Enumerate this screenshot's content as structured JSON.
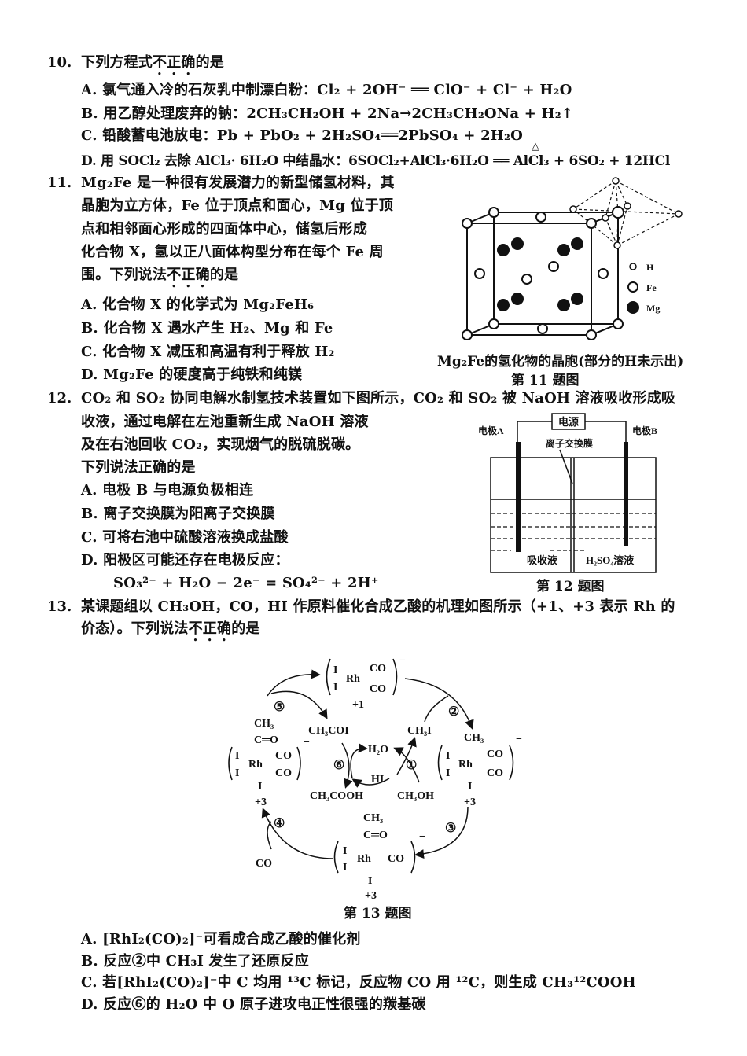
{
  "q10": {
    "number": "10.",
    "stem_pre": "下列方程式",
    "stem_em": "不正确",
    "stem_post": "的是",
    "options": [
      {
        "letter": "A.",
        "text": "氯气通入冷的石灰乳中制漂白粉：Cl₂ + 2OH⁻ ══ ClO⁻ + Cl⁻ + H₂O"
      },
      {
        "letter": "B.",
        "text": "用乙醇处理废弃的钠：2CH₃CH₂OH + 2Na→2CH₃CH₂ONa + H₂↑"
      },
      {
        "letter": "C.",
        "text": "铅酸蓄电池放电：Pb + PbO₂ + 2H₂SO₄══2PbSO₄ + 2H₂O"
      },
      {
        "letter": "D.",
        "text": "用 SOCl₂ 去除 AlCl₃· 6H₂O 中结晶水：6SOCl₂+AlCl₃·6H₂O ══ AlCl₃ + 6SO₂ + 12HCl"
      }
    ],
    "delta": "△"
  },
  "q11": {
    "number": "11.",
    "stem_lines": [
      "Mg₂Fe 是一种很有发展潜力的新型储氢材料，其",
      "晶胞为立方体，Fe 位于顶点和面心，Mg 位于顶",
      "点和相邻面心形成的四面体中心，储氢后形成",
      "化合物 X，氢以正八面体构型分布在每个 Fe 周"
    ],
    "stem_last_pre": "围。下列说法",
    "stem_last_em": "不正确",
    "stem_last_post": "的是",
    "options": [
      {
        "letter": "A.",
        "text": "化合物 X 的化学式为 Mg₂FeH₆"
      },
      {
        "letter": "B.",
        "text": "化合物 X 遇水产生 H₂、Mg 和 Fe"
      },
      {
        "letter": "C.",
        "text": "化合物 X 减压和高温有利于释放 H₂"
      },
      {
        "letter": "D.",
        "text": "Mg₂Fe 的硬度高于纯铁和纯镁"
      }
    ],
    "figure": {
      "legend": [
        "H",
        "Fe",
        "Mg"
      ],
      "caption": "Mg₂Fe的氢化物的晶胞(部分的H未示出)",
      "label": "第 11 题图"
    }
  },
  "q12": {
    "number": "12.",
    "stem_lines": [
      "CO₂ 和 SO₂ 协同电解水制氢技术装置如下图所示，CO₂ 和 SO₂ 被 NaOH 溶液吸收形成吸",
      "收液，通过电解在左池重新生成 NaOH 溶液",
      "及在右池回收 CO₂，实现烟气的脱硫脱碳。",
      "下列说法正确的是"
    ],
    "options": [
      {
        "letter": "A.",
        "text": "电极 B 与电源负极相连"
      },
      {
        "letter": "B.",
        "text": "离子交换膜为阳离子交换膜"
      },
      {
        "letter": "C.",
        "text": "可将右池中硫酸溶液换成盐酸"
      },
      {
        "letter": "D.",
        "text": "阳极区可能还存在电极反应："
      }
    ],
    "equation": "SO₃²⁻ + H₂O − 2e⁻ = SO₄²⁻ + 2H⁺",
    "figure": {
      "power": "电源",
      "electrode_a": "电极A",
      "electrode_b": "电极B",
      "membrane": "离子交换膜",
      "left_solution": "吸收液",
      "right_solution": "H₂SO₄溶液",
      "label": "第 12 题图"
    }
  },
  "q13": {
    "number": "13.",
    "stem_line1": "某课题组以 CH₃OH，CO，HI 作原料催化合成乙酸的机理如图所示（+1、+3 表示 Rh 的",
    "stem_line2_pre": "价态）。下列说法",
    "stem_line2_em": "不正确",
    "stem_line2_post": "的是",
    "figure": {
      "rh": "Rh",
      "i": "I",
      "co": "CO",
      "ch3": "CH₃",
      "co_double": "C═O",
      "charge": "−",
      "ox_plus1": "+1",
      "ox_plus3": "+3",
      "ch3coi": "CH₃COI",
      "ch3i": "CH₃I",
      "h2o": "H₂O",
      "hi": "HI",
      "ch3cooh": "CH₃COOH",
      "ch3oh": "CH₃OH",
      "co_feed": "CO",
      "steps": [
        "①",
        "②",
        "③",
        "④",
        "⑤",
        "⑥"
      ],
      "label": "第 13 题图"
    },
    "options": [
      {
        "letter": "A.",
        "text": "[RhI₂(CO)₂]⁻可看成合成乙酸的催化剂"
      },
      {
        "letter": "B.",
        "text": "反应②中 CH₃I 发生了还原反应"
      },
      {
        "letter": "C.",
        "text": "若[RhI₂(CO)₂]⁻中 C 均用 ¹³C 标记，反应物 CO 用 ¹²C，则生成 CH₃¹²COOH"
      },
      {
        "letter": "D.",
        "text": "反应⑥的 H₂O 中 O 原子进攻电正性很强的羰基碳"
      }
    ]
  }
}
